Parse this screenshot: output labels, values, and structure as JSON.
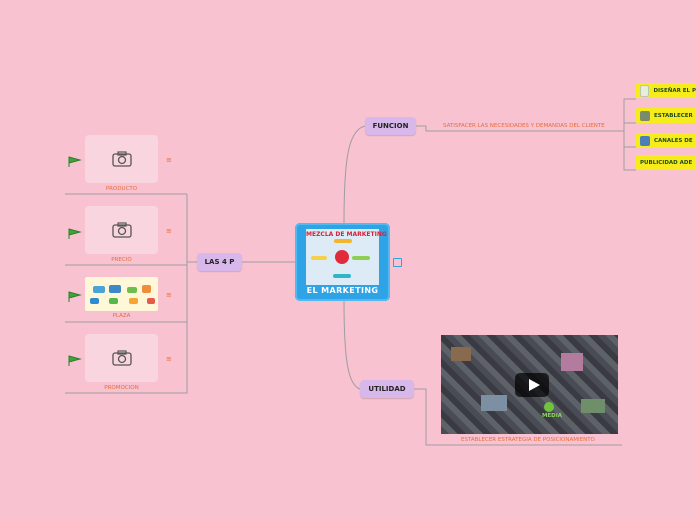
{
  "central": {
    "title": "EL MARKETING",
    "image_title": "MEZCLA DE MARKETING"
  },
  "funcion": {
    "label": "FUNCION",
    "subtopic": "SATISFACER LAS NECESIDADES Y DEMANDAS DEL CLIENTE",
    "items": [
      {
        "label": "DISEÑAR EL P",
        "icon": "document-icon"
      },
      {
        "label": "ESTABLECER",
        "icon": "money-bag-icon"
      },
      {
        "label": "CANALES DE",
        "icon": "phone-icon"
      },
      {
        "label": "PUBLICIDAD ADE",
        "icon": ""
      }
    ]
  },
  "las4p": {
    "label": "LAS 4 P",
    "items": [
      {
        "label": "PRODUCTO",
        "kind": "camera"
      },
      {
        "label": "PRECIO",
        "kind": "camera"
      },
      {
        "label": "PLAZA",
        "kind": "image"
      },
      {
        "label": "PROMOCION",
        "kind": "camera"
      }
    ]
  },
  "utilidad": {
    "label": "UTILIDAD",
    "video_caption": "ESTABLECER ESTRATEGIA DE POSICIONAMIENTO",
    "video_brand": "MEDIA"
  },
  "colors": {
    "background": "#f8c2d0",
    "central": "#2ea3e6",
    "branch": "#d8b7ea",
    "yellow_topic": "#f7ec1b",
    "subtext": "#e66d3e",
    "connector": "#9a9a9a"
  }
}
